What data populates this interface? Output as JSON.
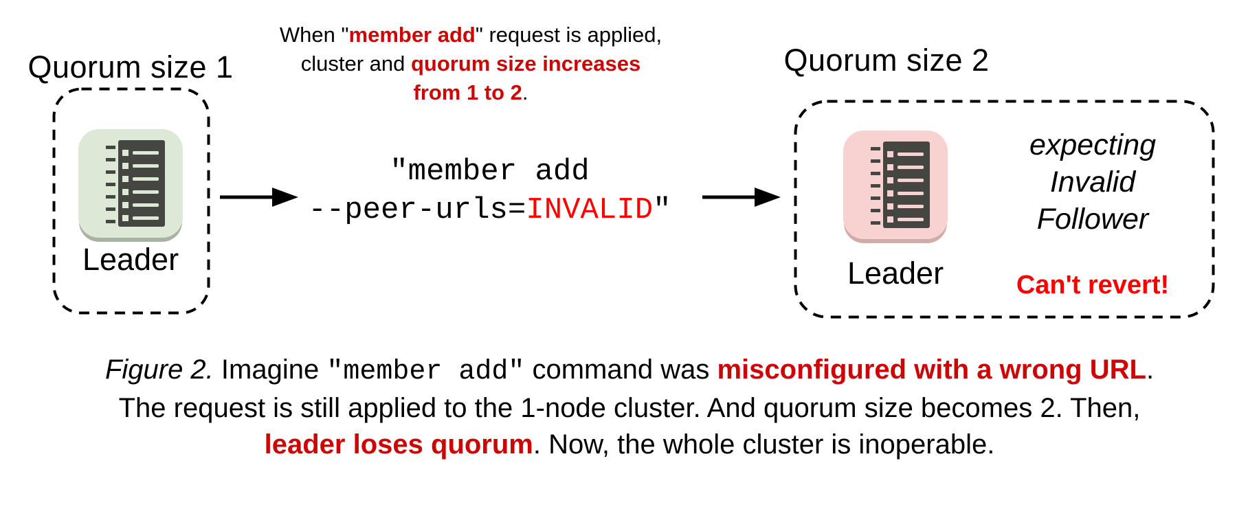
{
  "left_cluster": {
    "title": "Quorum size 1",
    "node_label": "Leader"
  },
  "right_cluster": {
    "title": "Quorum size 2",
    "node_label": "Leader",
    "expecting": [
      "expecting",
      "Invalid",
      "Follower"
    ],
    "warning": "Can't revert!"
  },
  "annotation": {
    "line1_pre": "When \"",
    "line1_red": "member add",
    "line1_post": "\" request is applied,",
    "line2_pre": "cluster and ",
    "line2_red": "quorum size increases",
    "line3_red": "from 1 to 2",
    "line3_post": "."
  },
  "command": {
    "line1": "\"member add",
    "line2_pre": "--peer-urls=",
    "line2_red": "INVALID",
    "line2_post": "\""
  },
  "caption": {
    "figure_label": "Figure 2.",
    "l1_pre": " Imagine ",
    "l1_code": "\"member add\"",
    "l1_mid": " command was ",
    "l1_red": "misconfigured with a wrong URL",
    "l1_end": ".",
    "l2": "The request is still applied to the 1-node cluster. And quorum size becomes 2. Then,",
    "l3_red": "leader loses quorum",
    "l3_post": ". Now, the whole cluster is inoperable."
  },
  "colors": {
    "red_dark": "#cc0606",
    "red_bright": "#ff0000",
    "node_green": "#dde9d6",
    "node_green_shadow": "#a9b3a2",
    "node_pink": "#f8d2d1",
    "node_pink_shadow": "#cfabaa",
    "icon_dark": "#454542",
    "ink": "#000000"
  }
}
